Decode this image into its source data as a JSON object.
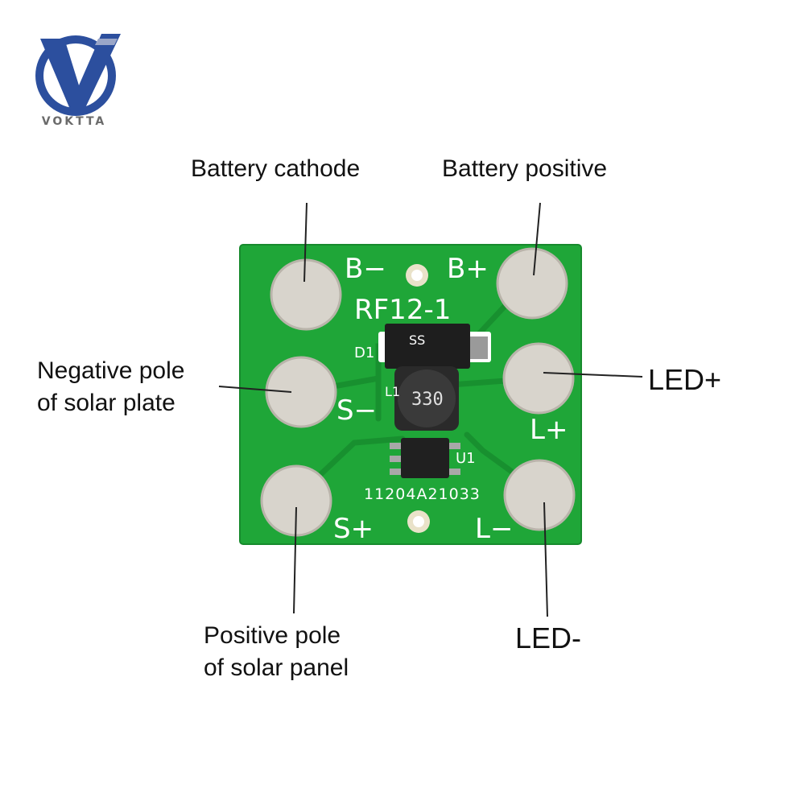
{
  "brand": {
    "name": "VOKTTA"
  },
  "board": {
    "model": "RF12-1",
    "serial": "11204A21033",
    "pad_labels": {
      "b_minus": "B−",
      "b_plus": "B+",
      "s_minus": "S−",
      "s_plus": "S+",
      "l_plus": "L+",
      "l_minus": "L−"
    },
    "component_labels": {
      "diode": "D1",
      "inductor": "L1",
      "ic": "U1",
      "inductor_marking": "330",
      "diode_marking": "SS"
    },
    "colors": {
      "pcb": "#1fa638",
      "pad": "#d8d4cc",
      "silk": "#ffffff"
    }
  },
  "callouts": {
    "battery_cathode": "Battery cathode",
    "battery_positive": "Battery positive",
    "negative_solar_line1": "Negative pole",
    "negative_solar_line2": "of solar plate",
    "positive_solar_line1": "Positive pole",
    "positive_solar_line2": "of solar panel",
    "led_plus": "LED+",
    "led_minus": "LED-"
  }
}
